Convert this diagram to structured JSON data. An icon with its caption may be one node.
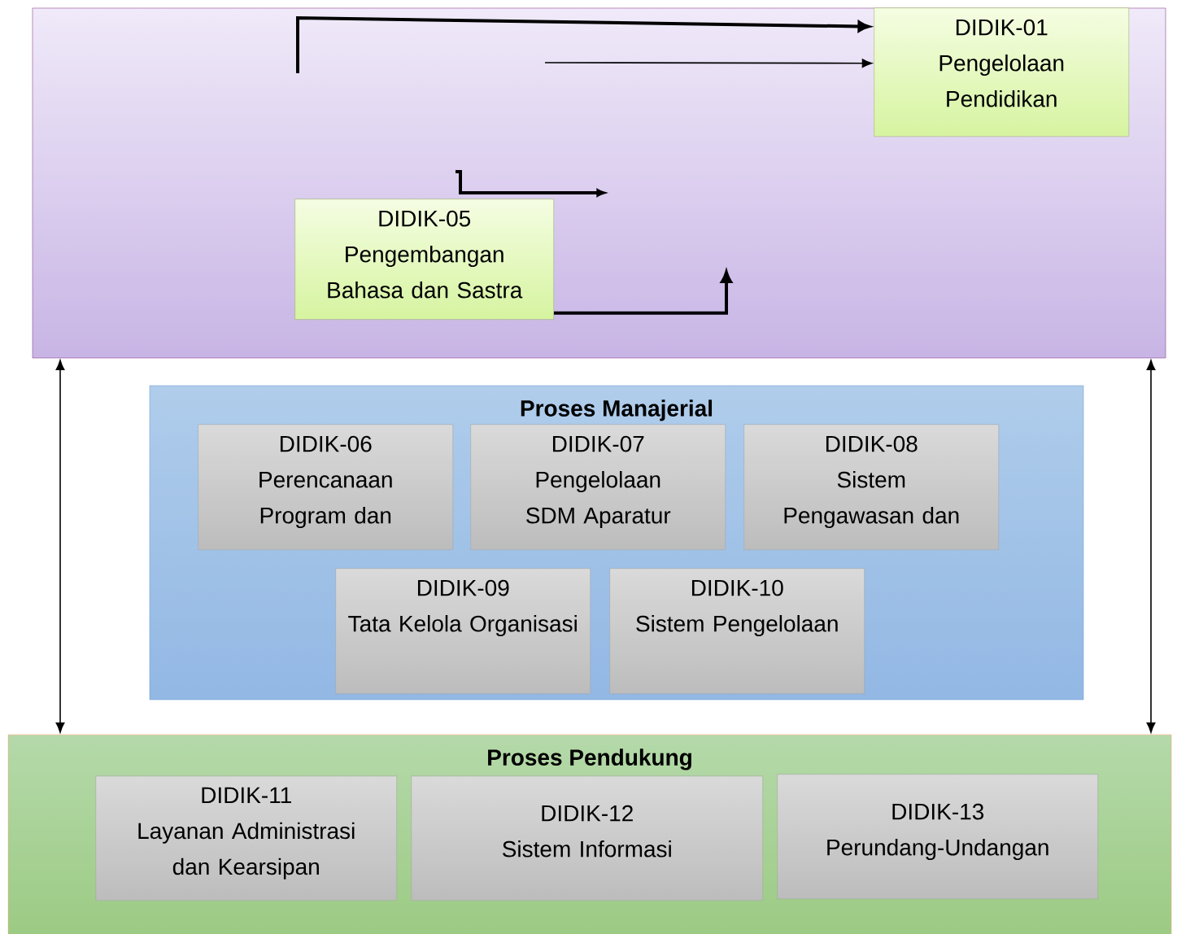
{
  "diagram": {
    "nodes": [
      {
        "text": [],
        "shape": "box"
      },
      {
        "text": [
          "DIDIK-01",
          "Pengelolaan Pendidikan"
        ],
        "in": 0
      },
      {
        "text": [
          "DIDIK-05",
          "Pengembangan Bahasa dan Sastra"
        ],
        "in": 0
      },
      {
        "text": [
          "Proses Manajerial"
        ]
      },
      {
        "text": [
          "DIDIK-06",
          "Perencanaan Program dan"
        ],
        "in": 3
      },
      {
        "text": [
          "DIDIK-07",
          "Pengelolaan SDM Aparatur"
        ],
        "in": 3
      },
      {
        "text": [
          "DIDIK-08",
          "Sistem Pengawasan dan"
        ],
        "in": 3
      },
      {
        "text": [
          "DIDIK-09",
          "Tata Kelola Organisasi"
        ],
        "in": 3
      },
      {
        "text": [
          "DIDIK-10",
          "Sistem Pengelolaan"
        ],
        "in": 3
      },
      {
        "text": [
          "Proses Pendukung"
        ]
      },
      {
        "text": [
          "DIDIK-11",
          "Layanan Administrasi dan Kearsipan"
        ],
        "in": 9
      },
      {
        "text": [
          "DIDIK-12",
          "Sistem Informasi"
        ],
        "in": 9
      },
      {
        "text": [
          "DIDIK-13",
          "Perundang-Undangan"
        ],
        "in": 9
      }
    ],
    "edges": [
      {
        "from": 0,
        "to": 9,
        "arrow": "both"
      },
      {
        "from": 0,
        "to": 9,
        "arrow": "both"
      },
      {
        "from": null,
        "to": 1,
        "arrow": "to",
        "style": "thick"
      },
      {
        "from": null,
        "to": 1,
        "arrow": "to"
      },
      {
        "from": 2,
        "to": null,
        "arrow": "to",
        "style": "thick"
      }
    ]
  }
}
